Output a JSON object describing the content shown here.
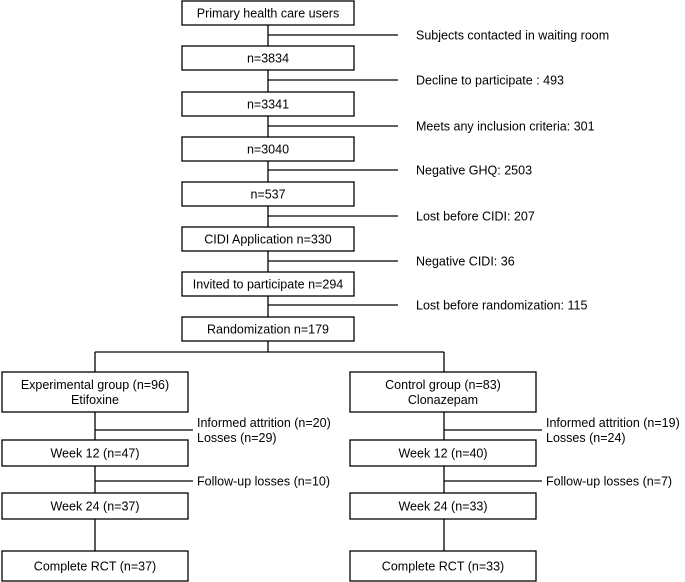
{
  "main_flow": {
    "boxes": [
      {
        "id": "primary",
        "text": [
          "Primary health care users"
        ]
      },
      {
        "id": "n3834",
        "text": [
          "n=3834"
        ]
      },
      {
        "id": "n3341",
        "text": [
          "n=3341"
        ]
      },
      {
        "id": "n3040",
        "text": [
          "n=3040"
        ]
      },
      {
        "id": "n537",
        "text": [
          "n=537"
        ]
      },
      {
        "id": "cidi",
        "text": [
          "CIDI Application n=330"
        ]
      },
      {
        "id": "invited",
        "text": [
          "Invited to participate n=294"
        ]
      },
      {
        "id": "randomization",
        "text": [
          "Randomization n=179"
        ]
      }
    ],
    "exclusions": [
      [
        "Subjects contacted in waiting room"
      ],
      [
        "Decline to participate : 493"
      ],
      [
        "Meets any inclusion criteria: 301"
      ],
      [
        "Negative GHQ: 2503"
      ],
      [
        "Lost before CIDI: 207"
      ],
      [
        "Negative CIDI: 36"
      ],
      [
        "Lost before randomization: 115"
      ]
    ]
  },
  "arms": [
    {
      "id": "experimental",
      "boxes": [
        {
          "id": "group",
          "text": [
            "Experimental group (n=96)",
            "Etifoxine"
          ]
        },
        {
          "id": "week12",
          "text": [
            "Week 12 (n=47)"
          ]
        },
        {
          "id": "week24",
          "text": [
            "Week 24 (n=37)"
          ]
        },
        {
          "id": "complete",
          "text": [
            "Complete RCT (n=37)"
          ]
        }
      ],
      "exclusions": [
        [
          "Informed attrition (n=20)",
          "Losses (n=29)"
        ],
        [
          "Follow-up losses (n=10)"
        ]
      ]
    },
    {
      "id": "control",
      "boxes": [
        {
          "id": "group",
          "text": [
            "Control group (n=83)",
            "Clonazepam"
          ]
        },
        {
          "id": "week12",
          "text": [
            "Week 12 (n=40)"
          ]
        },
        {
          "id": "week24",
          "text": [
            "Week 24 (n=33)"
          ]
        },
        {
          "id": "complete",
          "text": [
            "Complete RCT (n=33)"
          ]
        }
      ],
      "exclusions": [
        [
          "Informed attrition (n=19)",
          "Losses (n=24)"
        ],
        [
          "Follow-up losses (n=7)"
        ]
      ]
    }
  ]
}
